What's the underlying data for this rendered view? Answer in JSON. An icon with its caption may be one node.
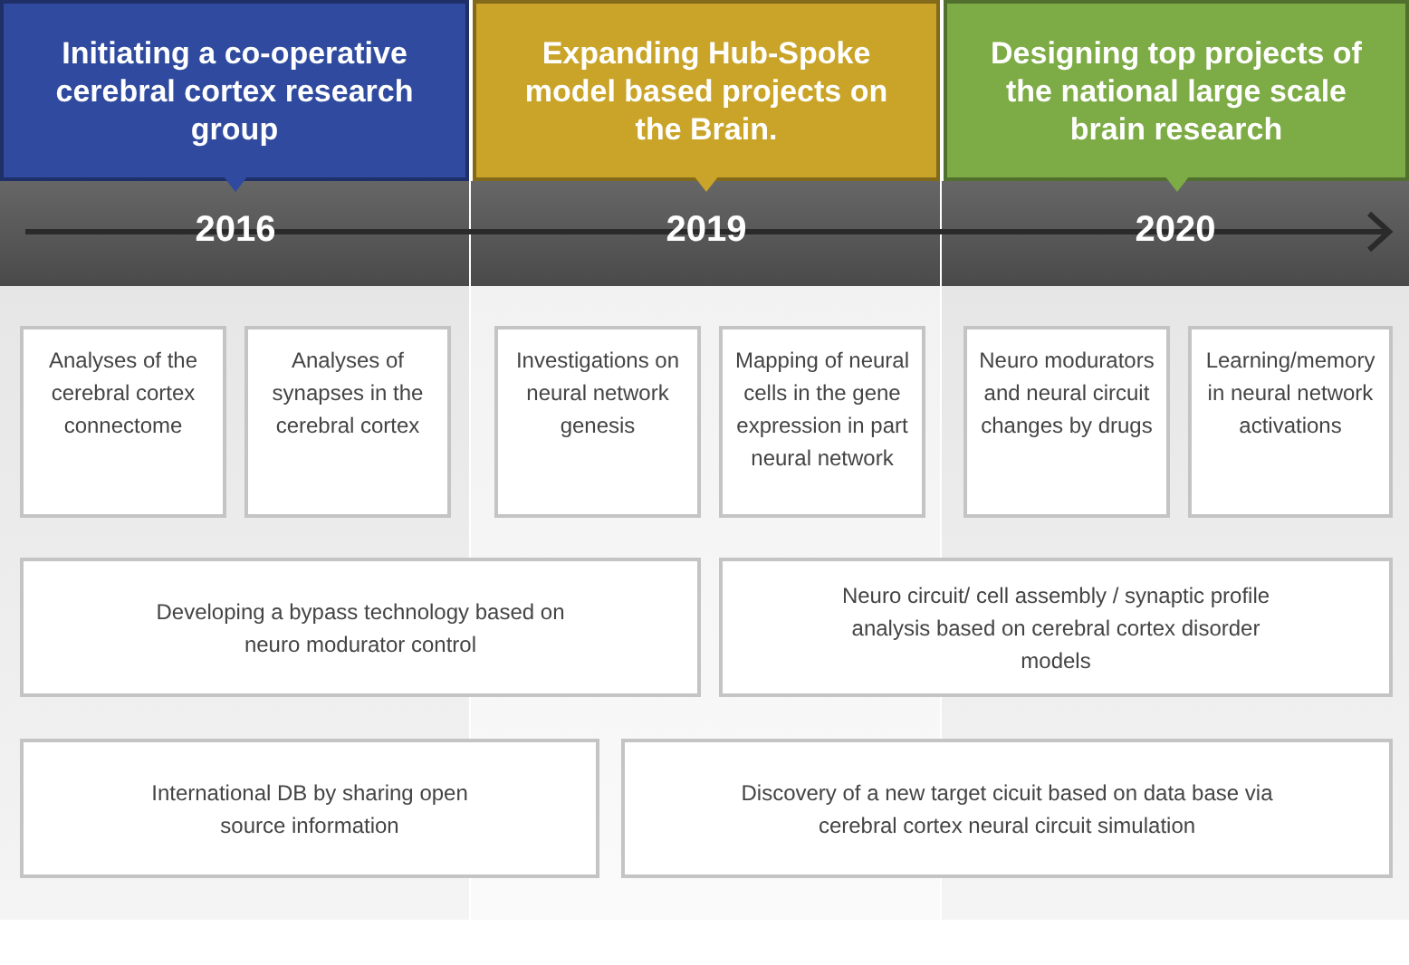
{
  "diagram": {
    "nodes": [
      {
        "text": [
          "Initiating a co-operative cerebral cortex research group"
        ]
      },
      {
        "text": [
          "Expanding Hub-Spoke model based projects on the Brain."
        ]
      },
      {
        "text": [
          "Designing top projects of the national large scale brain research"
        ]
      },
      {
        "text": [
          "Analyses of the cerebral cortex connectome"
        ]
      },
      {
        "text": [
          "Analyses of synapses in the cerebral cortex"
        ]
      },
      {
        "text": [
          "Investigations on neural network genesis"
        ]
      },
      {
        "text": [
          "Mapping of neural cells in the gene expression in part neural network"
        ]
      },
      {
        "text": [
          "Neuro modurators and neural circuit changes by drugs"
        ]
      },
      {
        "text": [
          "Learning/memory in neural network activations"
        ]
      },
      {
        "text": [
          "Developing a bypass technology based on neuro modurator control"
        ]
      },
      {
        "text": [
          "Neuro circuit/ cell assembly / synaptic profile analysis based on cerebral cortex disorder models"
        ]
      },
      {
        "text": [
          "International DB by sharing open source information"
        ]
      },
      {
        "text": [
          "Discovery of a new target cicuit based on data base via cerebral cortex neural circuit simulation"
        ]
      }
    ],
    "labels": [
      "2016",
      "2019",
      "2020"
    ]
  }
}
